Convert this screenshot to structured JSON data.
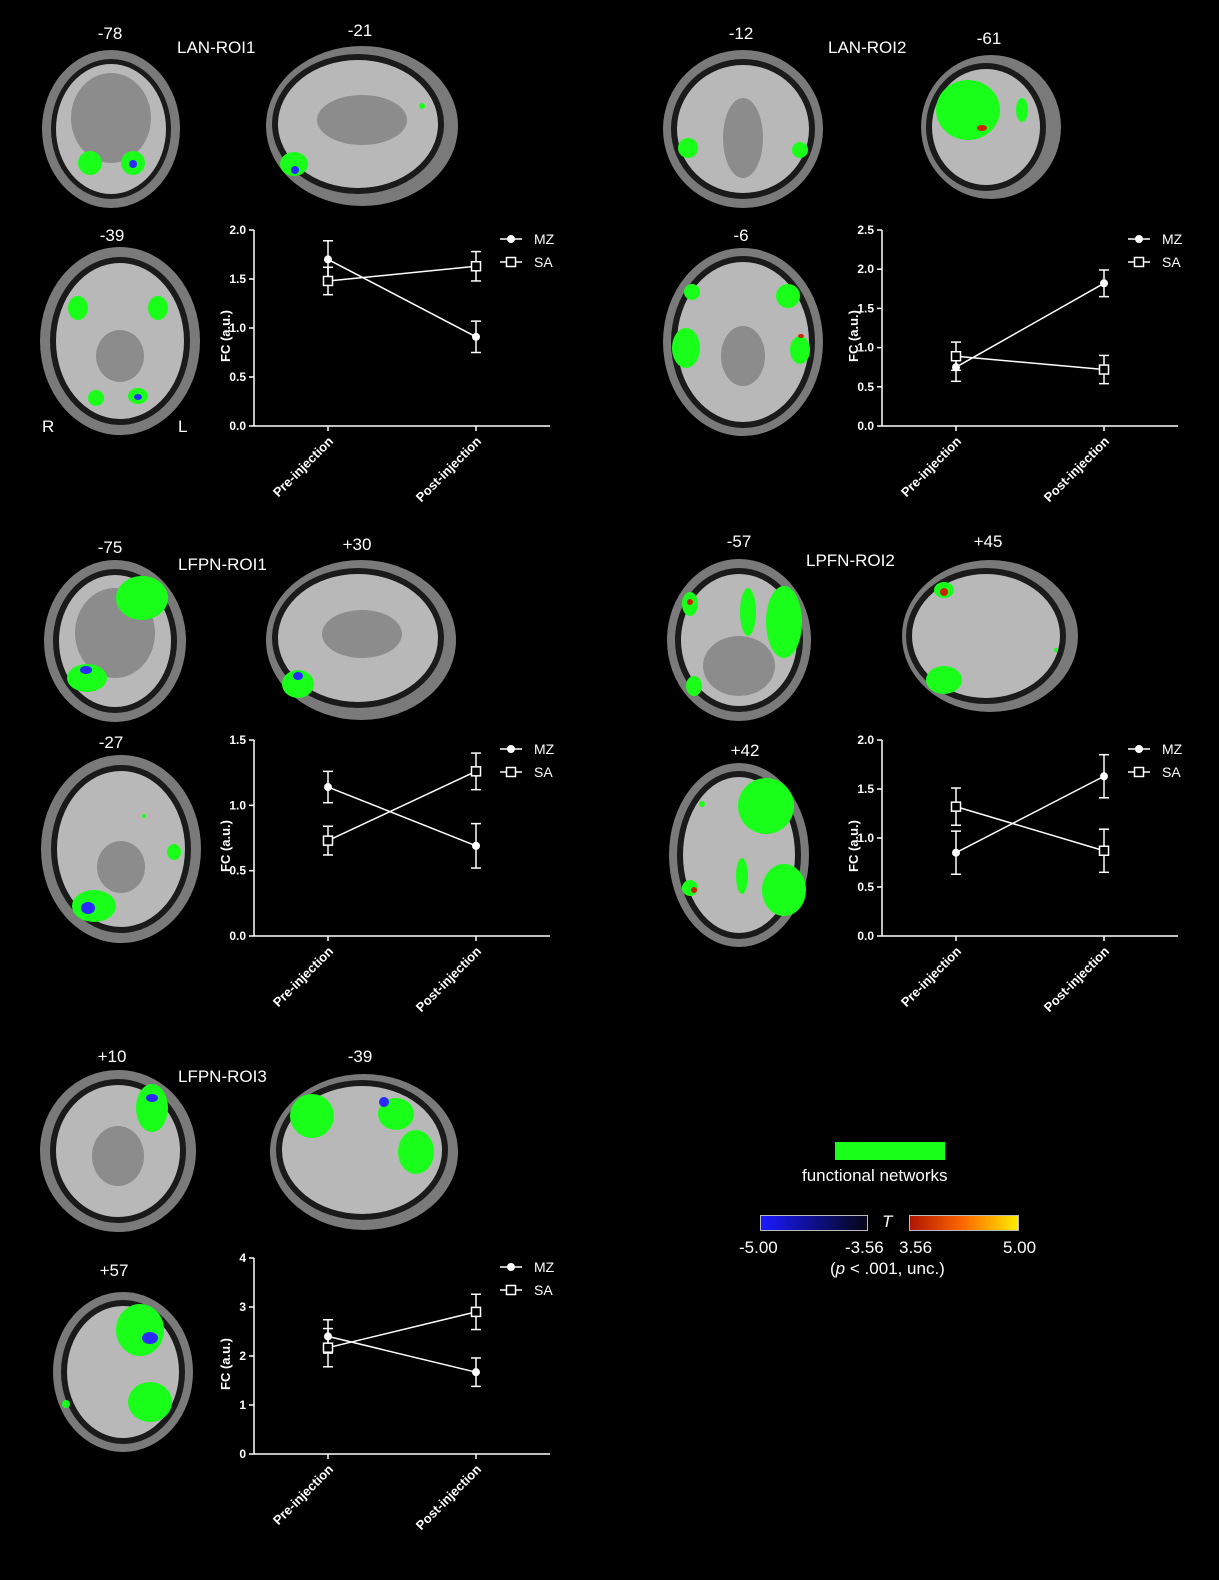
{
  "colors": {
    "background": "#000000",
    "network_green": "#19ff19",
    "neg_t_blue": "#1a1aff",
    "pos_t_red": "#cc2200",
    "pos_t_yellow": "#ffee00",
    "axis": "#ffffff"
  },
  "panels": [
    {
      "title": "LAN-ROI1",
      "coords": [
        "-78",
        "-21",
        "-39"
      ],
      "orientation": [
        "R",
        "L"
      ]
    },
    {
      "title": "LAN-ROI2",
      "coords": [
        "-12",
        "-61",
        "-6"
      ]
    },
    {
      "title": "LFPN-ROI1",
      "coords": [
        "-75",
        "+30",
        "-27"
      ]
    },
    {
      "title": "LPFN-ROI2",
      "coords": [
        "-57",
        "+45",
        "+42"
      ]
    },
    {
      "title": "LFPN-ROI3",
      "coords": [
        "+10",
        "-39",
        "+57"
      ]
    }
  ],
  "legend": {
    "network_label": "functional networks",
    "t_symbol": "T",
    "t_neg_min": "-5.00",
    "t_neg_max": "-3.56",
    "t_pos_min": "3.56",
    "t_pos_max": "5.00",
    "threshold_p": "p",
    "threshold_rest": " < .001, unc.)",
    "threshold_open": "("
  },
  "chart_data": [
    {
      "type": "line",
      "categories": [
        "Pre-injection",
        "Post-injection"
      ],
      "ylabel": "FC (a.u.)",
      "ylim": [
        0,
        2.0
      ],
      "yticks": [
        "0.0",
        "0.5",
        "1.0",
        "1.5",
        "2.0"
      ],
      "legend_position": "top-right",
      "series": [
        {
          "name": "MZ",
          "marker": "circle",
          "values": [
            1.7,
            0.91
          ],
          "errors": [
            0.19,
            0.16
          ]
        },
        {
          "name": "SA",
          "marker": "square",
          "values": [
            1.48,
            1.63
          ],
          "errors": [
            0.14,
            0.15
          ]
        }
      ]
    },
    {
      "type": "line",
      "categories": [
        "Pre-injection",
        "Post-injection"
      ],
      "ylabel": "FC (a.u.)",
      "ylim": [
        0,
        2.5
      ],
      "yticks": [
        "0.0",
        "0.5",
        "1.0",
        "1.5",
        "2.0",
        "2.5"
      ],
      "legend_position": "top-right",
      "series": [
        {
          "name": "MZ",
          "marker": "circle",
          "values": [
            0.75,
            1.82
          ],
          "errors": [
            0.18,
            0.17
          ]
        },
        {
          "name": "SA",
          "marker": "square",
          "values": [
            0.89,
            0.72
          ],
          "errors": [
            0.18,
            0.18
          ]
        }
      ]
    },
    {
      "type": "line",
      "categories": [
        "Pre-injection",
        "Post-injection"
      ],
      "ylabel": "FC (a.u.)",
      "ylim": [
        0,
        1.5
      ],
      "yticks": [
        "0.0",
        "0.5",
        "1.0",
        "1.5"
      ],
      "legend_position": "top-right",
      "series": [
        {
          "name": "MZ",
          "marker": "circle",
          "values": [
            1.14,
            0.69
          ],
          "errors": [
            0.12,
            0.17
          ]
        },
        {
          "name": "SA",
          "marker": "square",
          "values": [
            0.73,
            1.26
          ],
          "errors": [
            0.11,
            0.14
          ]
        }
      ]
    },
    {
      "type": "line",
      "categories": [
        "Pre-injection",
        "Post-injection"
      ],
      "ylabel": "FC (a.u.)",
      "ylim": [
        0,
        2.0
      ],
      "yticks": [
        "0.0",
        "0.5",
        "1.0",
        "1.5",
        "2.0"
      ],
      "legend_position": "top-right",
      "series": [
        {
          "name": "MZ",
          "marker": "circle",
          "values": [
            0.85,
            1.63
          ],
          "errors": [
            0.22,
            0.22
          ]
        },
        {
          "name": "SA",
          "marker": "square",
          "values": [
            1.32,
            0.87
          ],
          "errors": [
            0.19,
            0.22
          ]
        }
      ]
    },
    {
      "type": "line",
      "categories": [
        "Pre-injection",
        "Post-injection"
      ],
      "ylabel": "FC (a.u.)",
      "ylim": [
        0,
        4
      ],
      "yticks": [
        "0",
        "1",
        "2",
        "3",
        "4"
      ],
      "legend_position": "top-right",
      "series": [
        {
          "name": "MZ",
          "marker": "circle",
          "values": [
            2.4,
            1.67
          ],
          "errors": [
            0.34,
            0.29
          ]
        },
        {
          "name": "SA",
          "marker": "square",
          "values": [
            2.17,
            2.9
          ],
          "errors": [
            0.39,
            0.36
          ]
        }
      ]
    }
  ]
}
